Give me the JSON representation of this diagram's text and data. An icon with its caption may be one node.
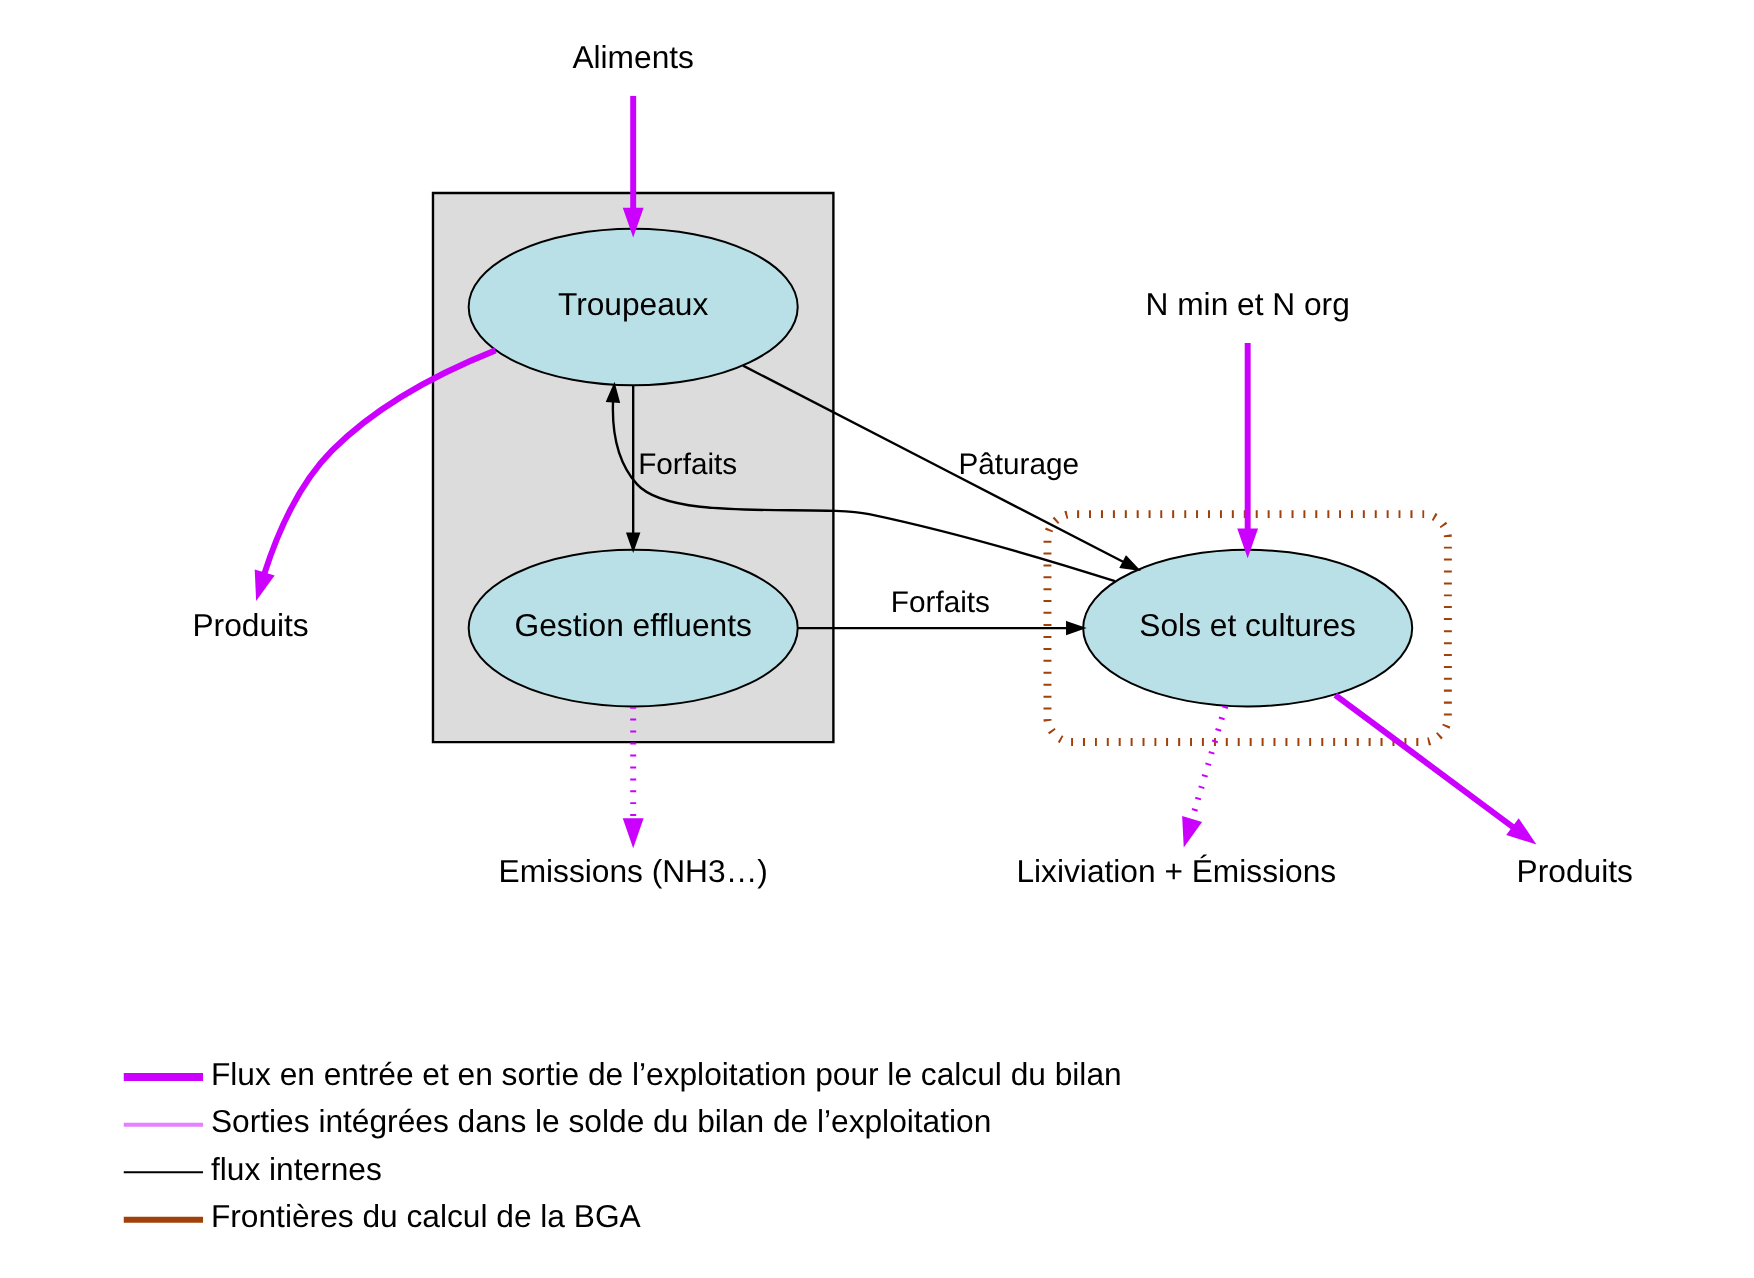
{
  "diagram": {
    "nodes": [
      {
        "text": [
          "Aliments"
        ]
      },
      {
        "text": [
          "Produits"
        ]
      },
      {
        "text": [],
        "shape": "box"
      },
      {
        "text": [
          "Troupeaux"
        ],
        "in": 2
      },
      {
        "text": [],
        "shape": "ellipse"
      },
      {
        "text": [
          "Sols et cultures"
        ],
        "in": 4
      },
      {
        "text": [
          "Gestion effluents"
        ],
        "in": 2
      },
      {
        "text": [
          "N min et N org"
        ]
      },
      {
        "text": [
          "Produits"
        ]
      },
      {
        "text": [
          "Lixiviation + Émissions"
        ]
      },
      {
        "text": [
          "Emissions (NH3…)"
        ]
      }
    ],
    "edges": [
      {
        "from": 0,
        "to": 3,
        "arrow": "to"
      },
      {
        "from": 3,
        "to": 1,
        "arrow": "to"
      },
      {
        "from": 5,
        "to": 3,
        "arrow": "to",
        "label": "Forfaits",
        "color": "#000000"
      },
      {
        "from": 3,
        "to": 5,
        "arrow": "to",
        "label": "Pâturage",
        "color": "#000000"
      },
      {
        "from": 3,
        "to": 6,
        "arrow": "to",
        "color": "#000000"
      },
      {
        "from": 6,
        "to": 5,
        "arrow": "to",
        "label": "Forfaits",
        "color": "#000000"
      },
      {
        "from": 7,
        "to": 5,
        "arrow": "to"
      },
      {
        "from": 5,
        "to": 8,
        "arrow": "to"
      },
      {
        "from": 5,
        "to": 9,
        "arrow": "to",
        "style": "dashed"
      },
      {
        "from": 6,
        "to": 10,
        "arrow": "to",
        "style": "dashed"
      }
    ],
    "legend": [
      {
        "text": "Flux en entrée et en sortie de l’exploitation pour le calcul du bilan"
      },
      {
        "text": "Sorties intégrées dans le solde du bilan de l’exploitation"
      },
      {
        "text": "flux internes"
      },
      {
        "text": "Frontières du calcul de la BGA"
      }
    ]
  }
}
